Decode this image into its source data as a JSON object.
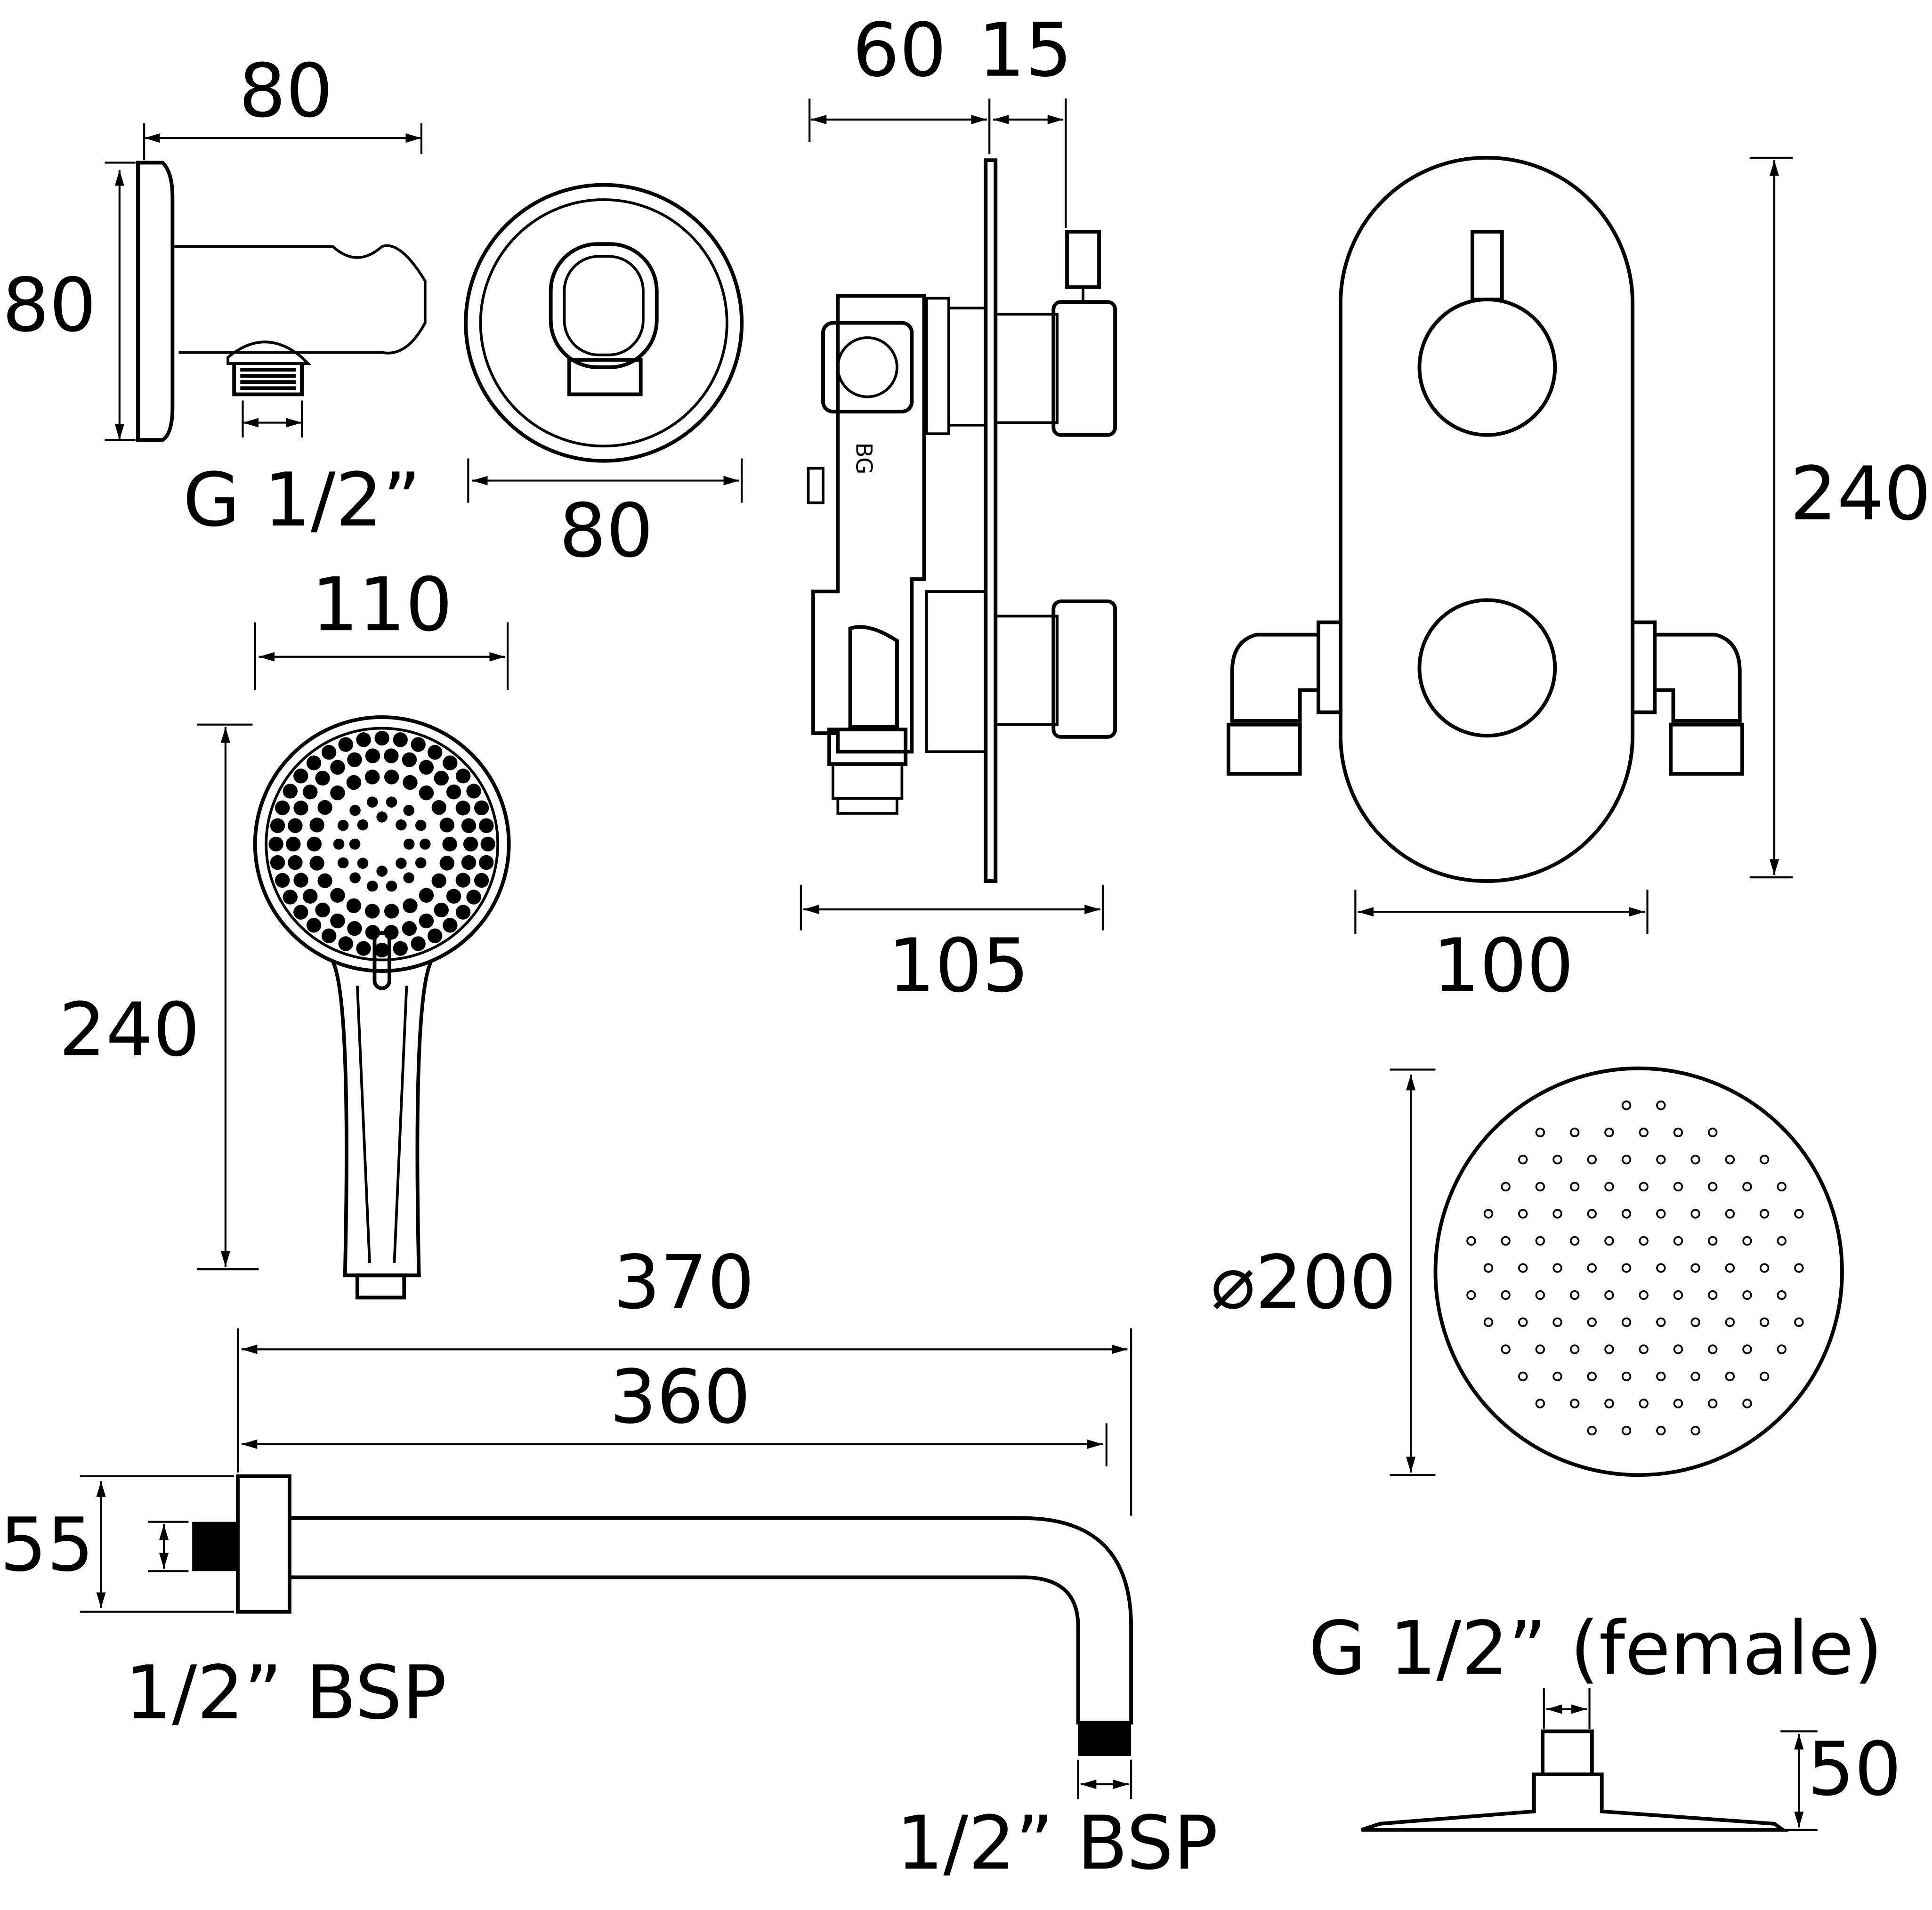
{
  "title": "Shower set dimension drawing",
  "wall_outlet": {
    "width": "80",
    "height": "80",
    "thread": "G 1/2”",
    "front_diameter": "80"
  },
  "valve": {
    "depth_body": "60",
    "depth_plate": "15",
    "total_depth": "105",
    "height": "240",
    "width": "100",
    "body_mark": "BG"
  },
  "handset": {
    "head_width": "110",
    "length": "240"
  },
  "shower_arm": {
    "length_overall": "370",
    "length": "360",
    "plate_height": "55",
    "wall_thread": "1/2” BSP",
    "head_thread": "1/2” BSP"
  },
  "rain_head": {
    "diameter": "⌀200",
    "thread": "G 1/2” (female)",
    "height": "50"
  },
  "colors": {
    "line": "#000000",
    "background": "#ffffff"
  }
}
